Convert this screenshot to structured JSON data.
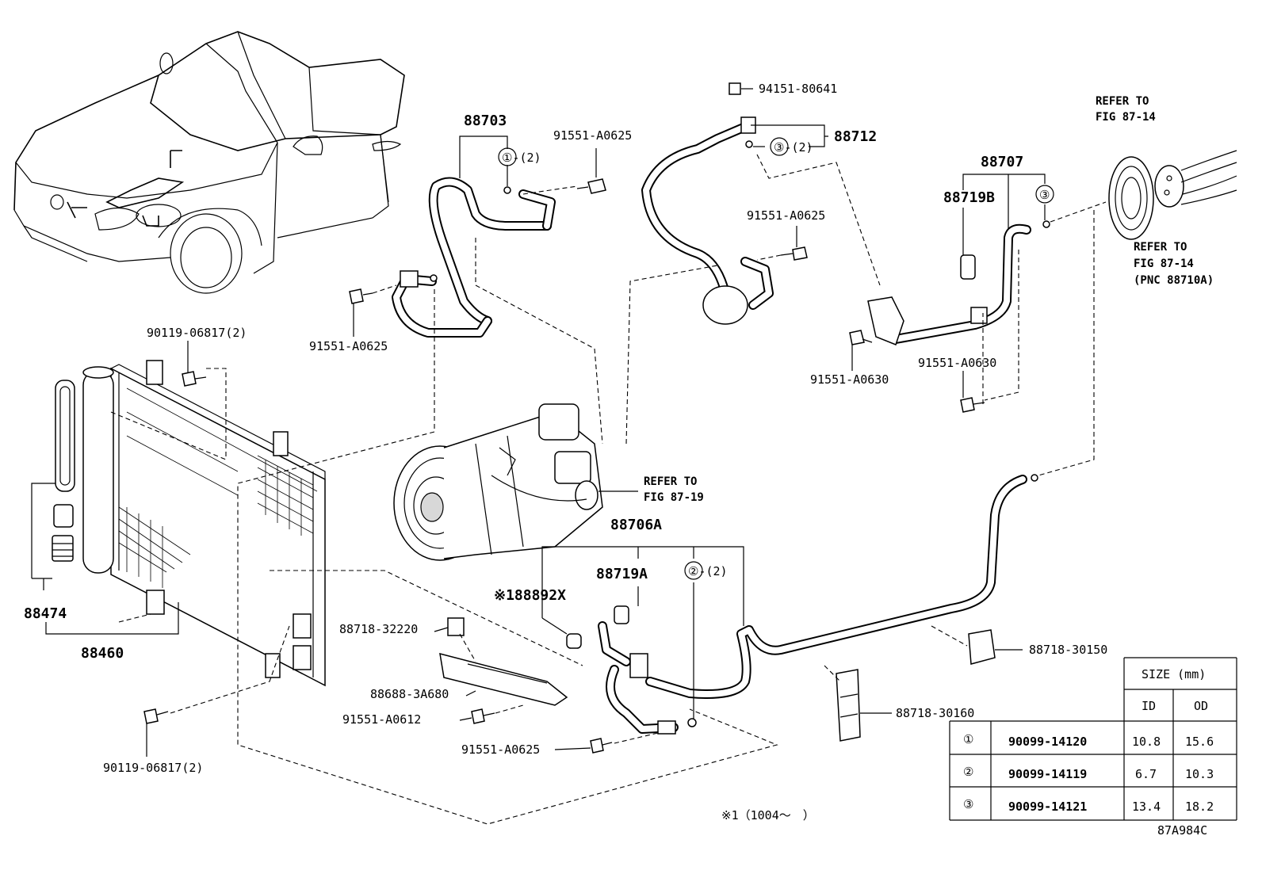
{
  "labels": {
    "hose_88703": "88703",
    "bolt_top_left": "91551-A0625",
    "nut_94151": "94151-80641",
    "hose_88712": "88712",
    "bolt_mid": "91551-A0625",
    "bolt_left_mid": "91551-A0625",
    "pipe_88707": "88707",
    "switch_88719B": "88719B",
    "bolt_a0630_left": "91551-A0630",
    "bolt_a0630_right": "91551-A0630",
    "bolt_90119_top": "90119-06817(2)",
    "dryer_88474": "88474",
    "condenser_88460": "88460",
    "bolt_90119_bottom": "90119-06817(2)",
    "pipe_88706A": "88706A",
    "switch_88719A": "88719A",
    "part_88892X": "※188892X",
    "clamp_32220": "88718-32220",
    "bracket_88688": "88688-3A680",
    "bolt_a0612": "91551-A0612",
    "bolt_bottom": "91551-A0625",
    "clamp_30150": "88718-30150",
    "clamp_30160": "88718-30160",
    "oring_1": "①-(2)",
    "oring_3": "③-(2)",
    "oring_2": "②-(2)",
    "oring_3_single": "③",
    "refer_top_1": "REFER TO",
    "refer_top_2": "FIG 87-14",
    "refer_right_1": "REFER TO",
    "refer_right_2": "FIG 87-14",
    "refer_right_3": "(PNC 88710A)",
    "refer_comp_1": "REFER TO",
    "refer_comp_2": "FIG 87-19",
    "footnote": "※1（1004～　）",
    "figure_code": "87A984C"
  },
  "size_table": {
    "title": "SIZE (mm)",
    "col_id": "ID",
    "col_od": "OD",
    "rows": [
      {
        "mark": "①",
        "part": "90099-14120",
        "id": "10.8",
        "od": "15.6"
      },
      {
        "mark": "②",
        "part": "90099-14119",
        "id": "6.7",
        "od": "10.3"
      },
      {
        "mark": "③",
        "part": "90099-14121",
        "id": "13.4",
        "od": "18.2"
      }
    ]
  }
}
